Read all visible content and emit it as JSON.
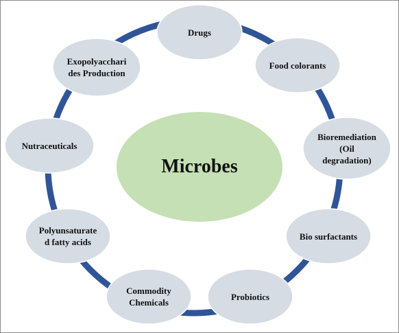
{
  "colors": {
    "ring": "#2f5597",
    "node_fill": "#d6dce4",
    "node_stroke": "#ffffff",
    "center_fill": "#c5e0b4"
  },
  "center": {
    "label": "Microbes"
  },
  "nodes": [
    {
      "id": "drugs",
      "label": "Drugs"
    },
    {
      "id": "food-colorants",
      "label": "Food colorants"
    },
    {
      "id": "bioremediation",
      "label": "Bioremediation\n(Oil\ndegradation)"
    },
    {
      "id": "bio-surfactants",
      "label": "Bio surfactants"
    },
    {
      "id": "probiotics",
      "label": "Probiotics"
    },
    {
      "id": "commodity-chemicals",
      "label": "Commodity\nChemicals"
    },
    {
      "id": "polyunsaturated-fatty-acids",
      "label": "Polyunsaturate\nd fatty acids"
    },
    {
      "id": "nutraceuticals",
      "label": "Nutraceuticals"
    },
    {
      "id": "exopolysaccharides-production",
      "label": "Exopolyacchari\ndes Production"
    }
  ]
}
